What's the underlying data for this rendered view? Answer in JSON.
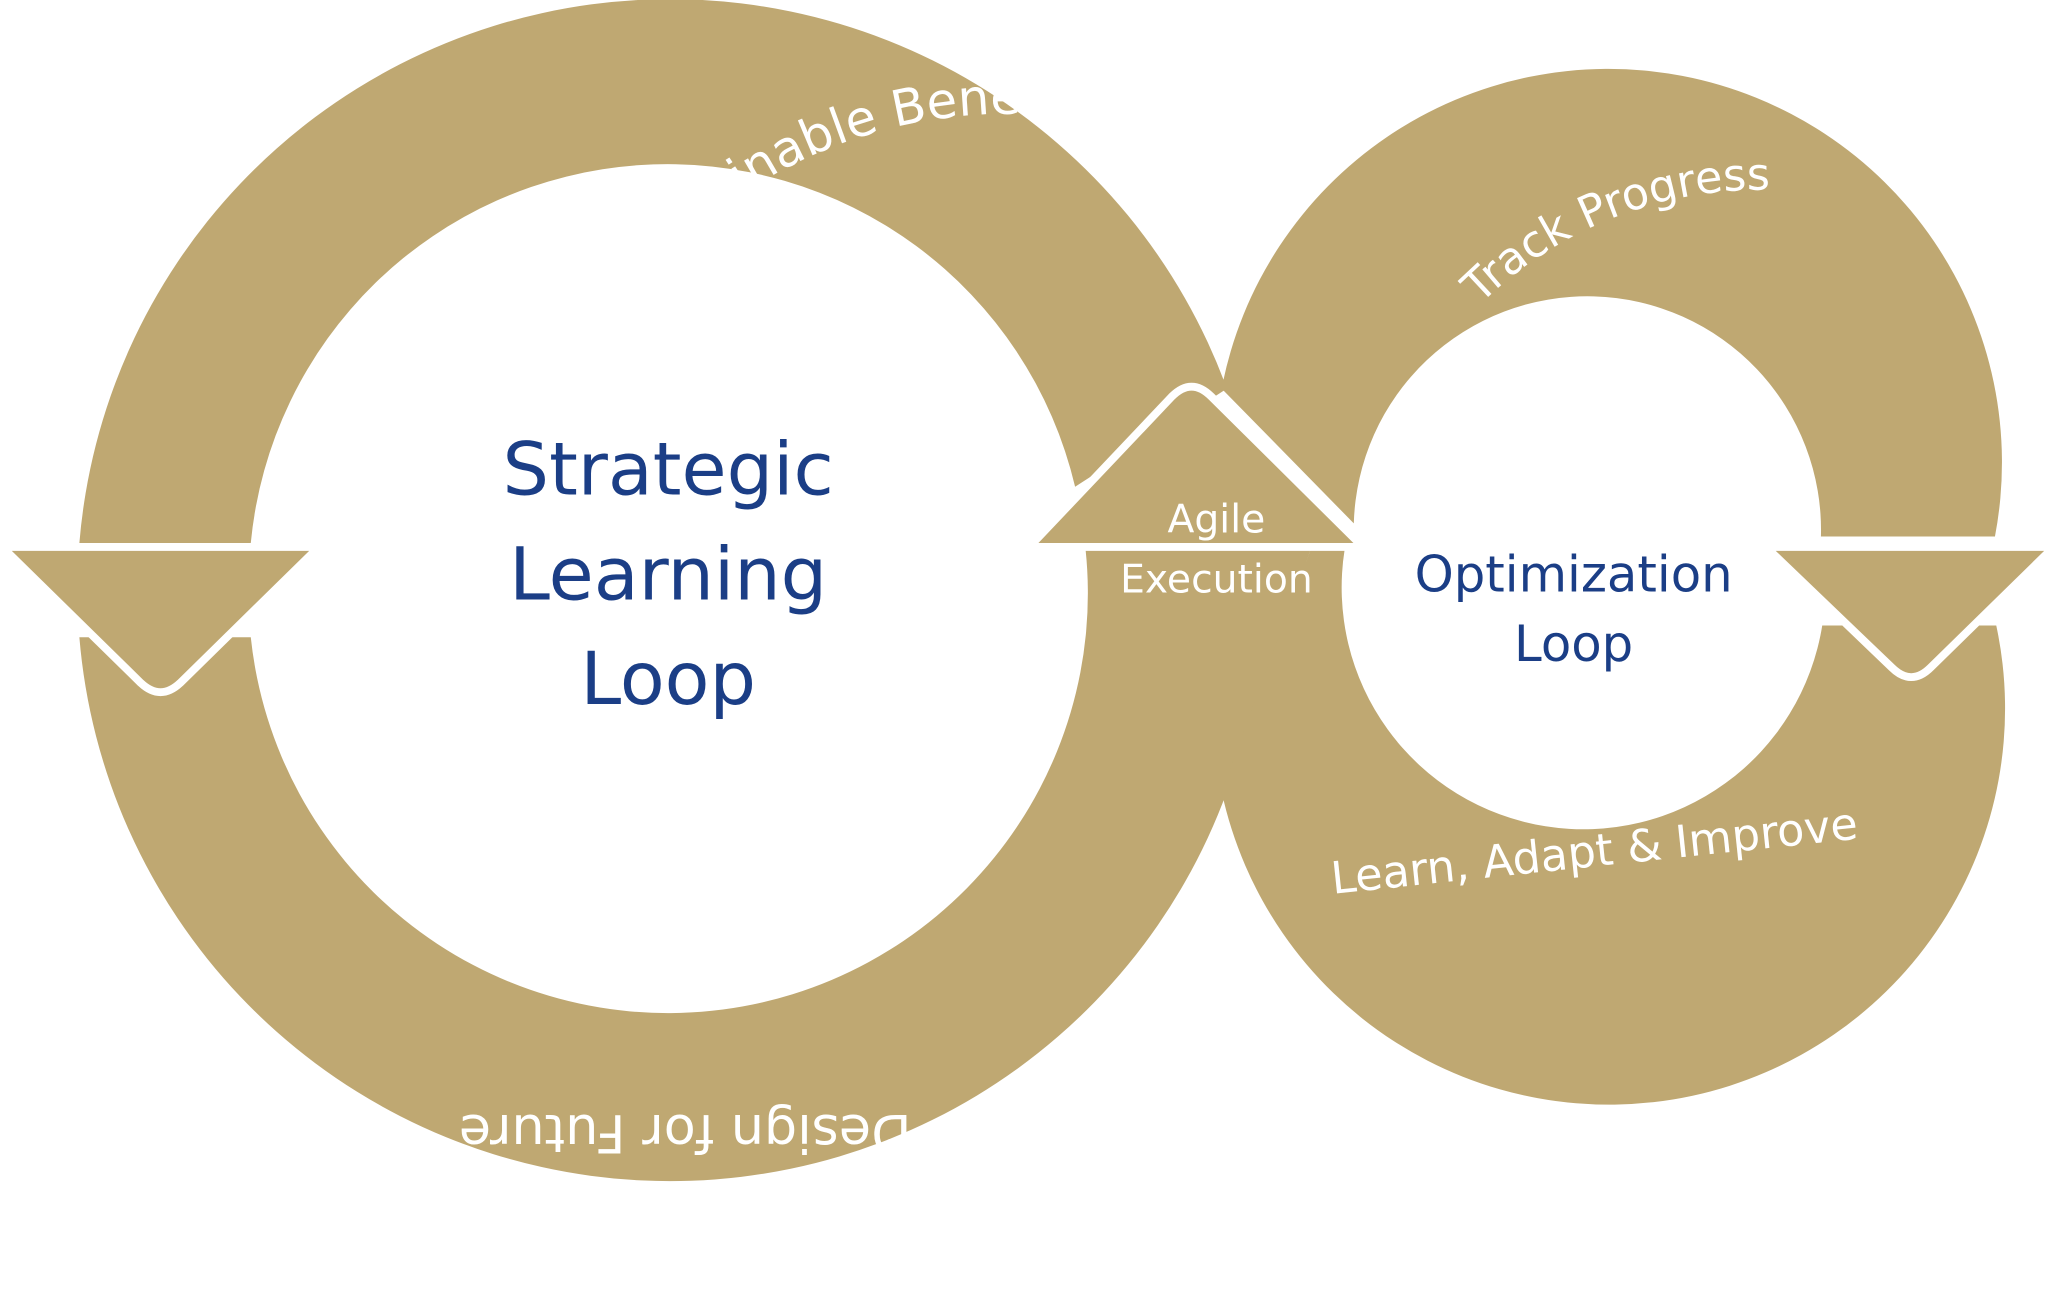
{
  "colors": {
    "band": "#bfa872",
    "title_text": "#1b3e86",
    "band_text": "#ffffff",
    "background": "#ffffff"
  },
  "strategic_loop": {
    "title_line_1": "Strategic",
    "title_line_2": "Learning",
    "title_line_3": "Loop",
    "top_label": "Sustainable Benefits",
    "bottom_label": "Design for Future"
  },
  "optimization_loop": {
    "title_line_1": "Optimization",
    "title_line_2": "Loop",
    "top_label": "Track Progress",
    "bottom_label": "Learn, Adapt & Improve"
  },
  "center": {
    "label_line_1": "Agile",
    "label_line_2": "Execution"
  }
}
